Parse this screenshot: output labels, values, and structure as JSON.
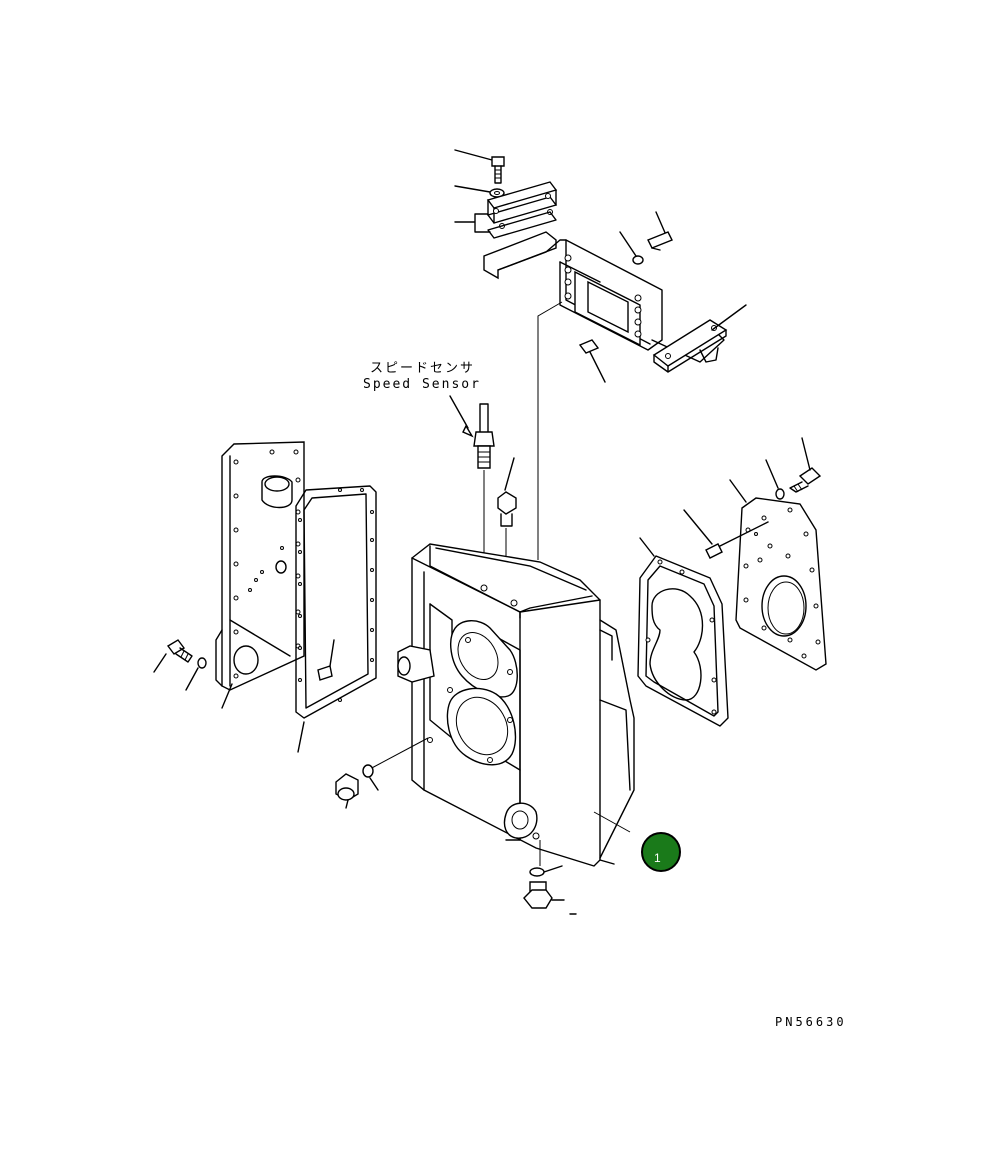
{
  "labels": {
    "speed_sensor_jp": "スピードセンサ",
    "speed_sensor_en": "Speed Sensor",
    "drawing_code": "PN56630"
  },
  "callouts": [
    {
      "number": "1",
      "color": "#1a7a1a"
    }
  ],
  "colors": {
    "line": "#000000",
    "background": "#ffffff",
    "callout_fill": "#1a7a1a",
    "callout_ring": "#000000"
  }
}
